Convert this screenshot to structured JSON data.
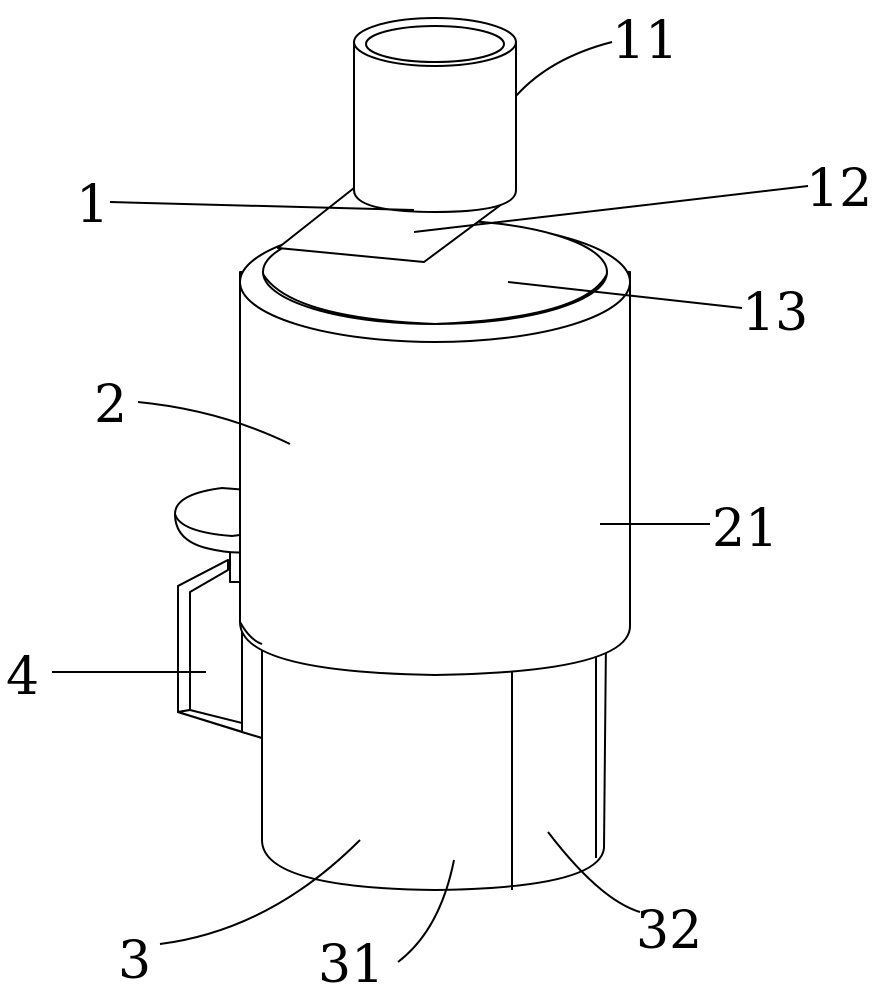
{
  "figure": {
    "labels": {
      "part_1": "1",
      "part_11": "11",
      "part_12": "12",
      "part_13": "13",
      "part_2": "2",
      "part_21": "21",
      "part_3": "3",
      "part_31": "31",
      "part_32": "32",
      "part_4": "4"
    },
    "line_color": "#000000",
    "background": "#ffffff"
  }
}
